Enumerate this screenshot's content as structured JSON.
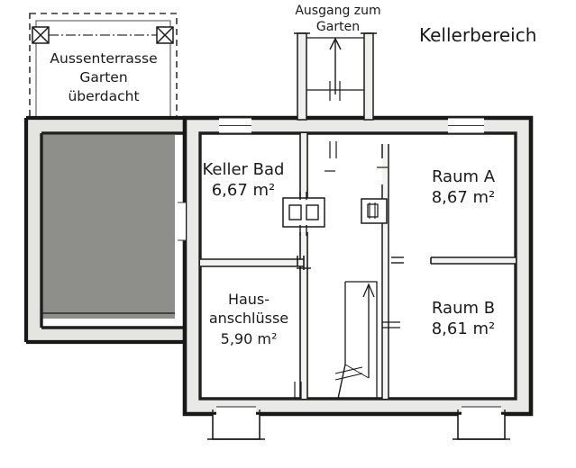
{
  "drawing": {
    "title": "Kellerbereich",
    "type": "floor-plan",
    "language": "de"
  },
  "labels": {
    "title": "Kellerbereich",
    "terrace_line1": "Aussenterrasse",
    "terrace_line2": "Garten",
    "terrace_line3": "überdacht",
    "exit_line1": "Ausgang zum",
    "exit_line2": "Garten",
    "keller_bad_name": "Keller Bad",
    "keller_bad_area": "6,67 m²",
    "raum_a_name": "Raum A",
    "raum_a_area": "8,67 m²",
    "raum_b_name": "Raum B",
    "raum_b_area": "8,61 m²",
    "haus_name_line1": "Haus-",
    "haus_name_line2": "anschlüsse",
    "haus_area": "5,90 m²"
  },
  "rooms": [
    {
      "id": "keller-bad",
      "name": "Keller Bad",
      "area": "6,67 m²",
      "area_value": 6.67,
      "unit": "m²"
    },
    {
      "id": "raum-a",
      "name": "Raum A",
      "area": "8,67 m²",
      "area_value": 8.67,
      "unit": "m²"
    },
    {
      "id": "raum-b",
      "name": "Raum B",
      "area": "8,61 m²",
      "area_value": 8.61,
      "unit": "m²"
    },
    {
      "id": "hausanschluesse",
      "name": "Haus-anschlüsse",
      "area": "5,90 m²",
      "area_value": 5.9,
      "unit": "m²"
    }
  ],
  "annotations": [
    {
      "id": "aussenterrasse",
      "text": "Aussenterrasse Garten überdacht",
      "style": "dashed-outline"
    },
    {
      "id": "ausgang-garten",
      "text": "Ausgang zum Garten",
      "style": "stair-up"
    }
  ],
  "colors": {
    "background": "#ffffff",
    "wall_solid": "#181818",
    "wall_thin": "#2a2a2a",
    "wall_fill": "#e9e9e7",
    "hatch_gray": "#8e8e8a",
    "text": "#1a1a1a",
    "dashed": "#333333"
  },
  "markers": {
    "corner_marker": "x-box-marker",
    "stair_direction": "arrow-up"
  }
}
